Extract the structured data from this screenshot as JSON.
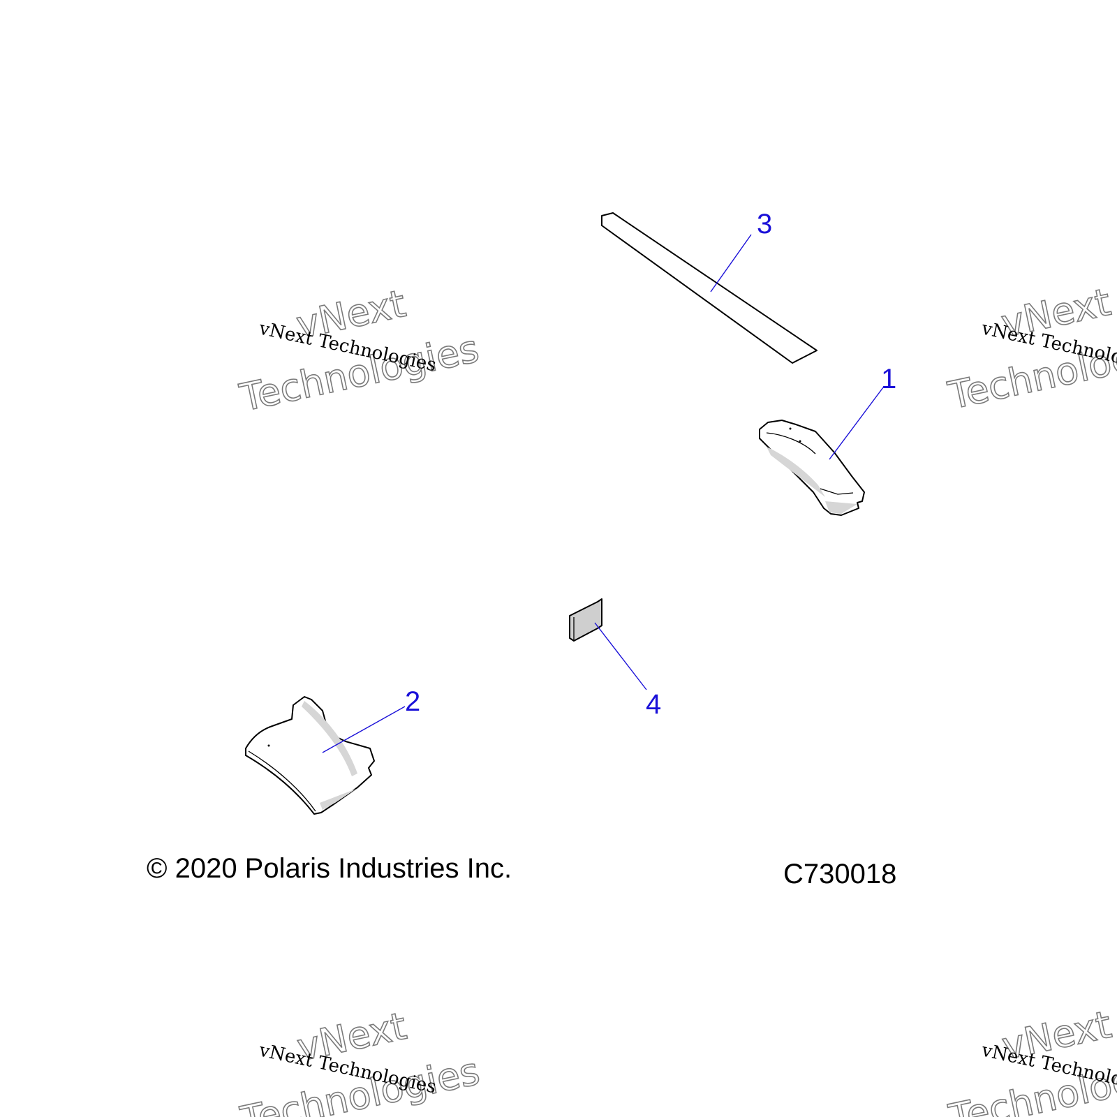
{
  "callouts": {
    "c1": "1",
    "c2": "2",
    "c3": "3",
    "c4": "4"
  },
  "footer": {
    "copyright": "© 2020 Polaris Industries Inc.",
    "drawing_number": "C730018"
  },
  "watermark": {
    "line_small": "vNext Technologies",
    "line_big_1": "vNext",
    "line_big_2": "Technologies"
  },
  "colors": {
    "callout": "#1a10d8",
    "shading": "#d6d6d6"
  }
}
